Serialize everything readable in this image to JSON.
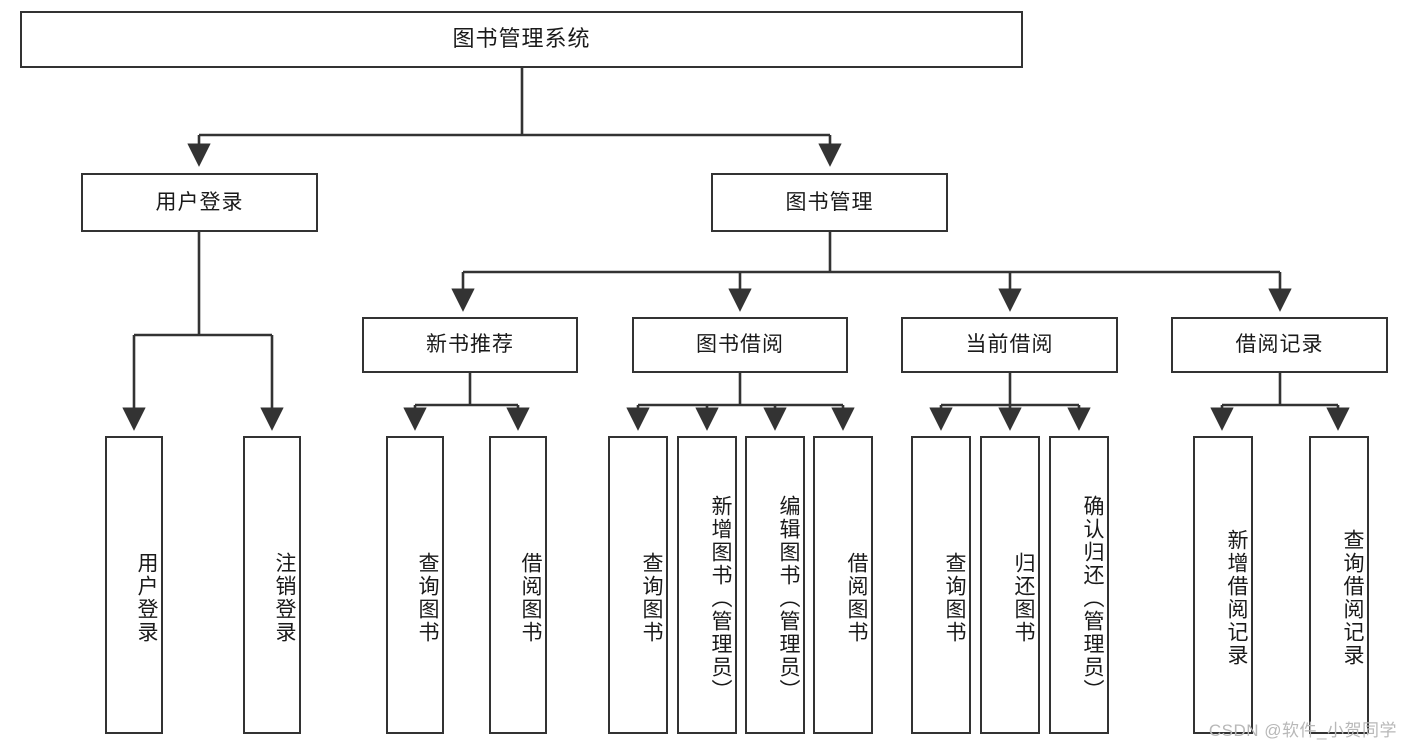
{
  "diagram": {
    "title": "图书管理系统",
    "type": "tree-hierarchy-diagram",
    "colors": {
      "stroke": "#333333",
      "fill": "#ffffff",
      "text": "#1a1a1a",
      "watermark": "#b8b8b8"
    },
    "root": {
      "label": "图书管理系统"
    },
    "level2": [
      {
        "label": "用户登录"
      },
      {
        "label": "图书管理"
      }
    ],
    "level3": [
      {
        "label": "新书推荐"
      },
      {
        "label": "图书借阅"
      },
      {
        "label": "当前借阅"
      },
      {
        "label": "借阅记录"
      }
    ],
    "leaves": {
      "user_login": [
        {
          "label": "用户登录"
        },
        {
          "label": "注销登录"
        }
      ],
      "new_book_recommend": [
        {
          "label": "查询图书"
        },
        {
          "label": "借阅图书"
        }
      ],
      "book_borrow": [
        {
          "label": "查询图书"
        },
        {
          "label": "新增图书（管理员）"
        },
        {
          "label": "编辑图书（管理员）"
        },
        {
          "label": "借阅图书"
        }
      ],
      "current_borrow": [
        {
          "label": "查询图书"
        },
        {
          "label": "归还图书"
        },
        {
          "label": "确认归还（管理员）"
        }
      ],
      "borrow_record": [
        {
          "label": "新增借阅记录"
        },
        {
          "label": "查询借阅记录"
        }
      ]
    },
    "watermark": "CSDN @软件_小贺同学"
  }
}
